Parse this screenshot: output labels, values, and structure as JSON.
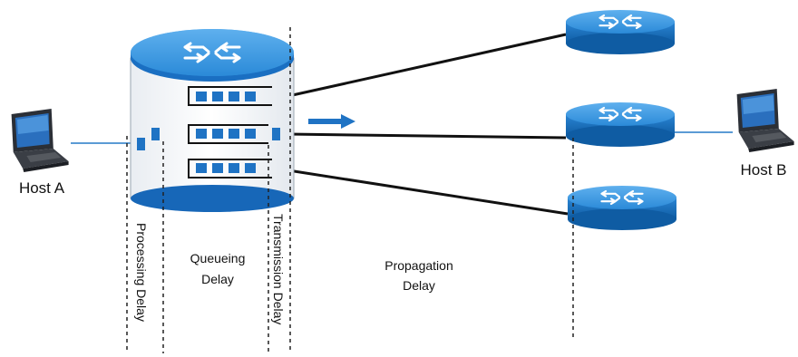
{
  "hosts": {
    "a": {
      "label": "Host A",
      "icon": "laptop-icon"
    },
    "b": {
      "label": "Host B",
      "icon": "laptop-icon"
    }
  },
  "delays": {
    "processing": "Processing Delay",
    "queueing_line1": "Queueing",
    "queueing_line2": "Delay",
    "transmission": "Transmission Delay",
    "propagation_line1": "Propagation",
    "propagation_line2": "Delay"
  },
  "colors": {
    "router_blue": "#1976c9",
    "router_blue_light": "#3b9be6",
    "router_blue_dark": "#0e5aa0",
    "packet": "#1f73c4",
    "link": "#111111",
    "host_link": "#5b9bd5",
    "divider": "#222222"
  }
}
